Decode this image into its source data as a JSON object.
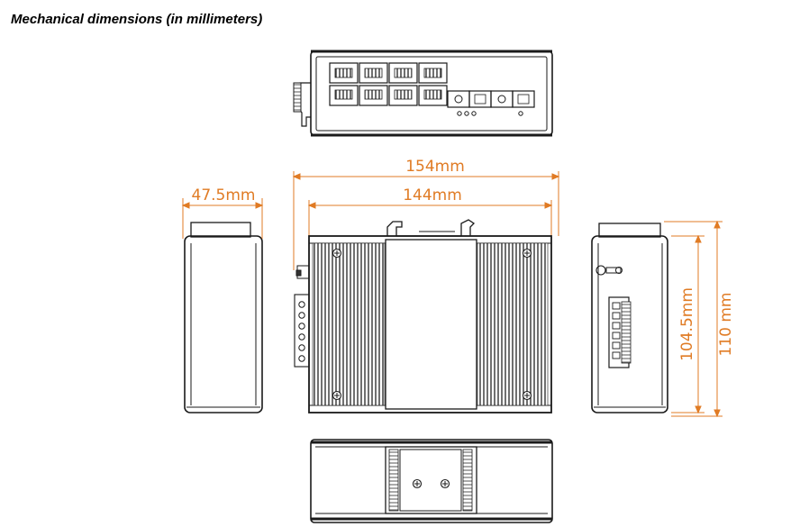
{
  "title": "Mechanical dimensions (in millimeters)",
  "dimensions": {
    "width_outer": "154mm",
    "width_inner": "144mm",
    "depth": "47.5mm",
    "height_inner": "104.5mm",
    "height_outer": "110 mm"
  },
  "colors": {
    "dimension_lines": "#e07b24",
    "outline": "#1a1a1a"
  }
}
